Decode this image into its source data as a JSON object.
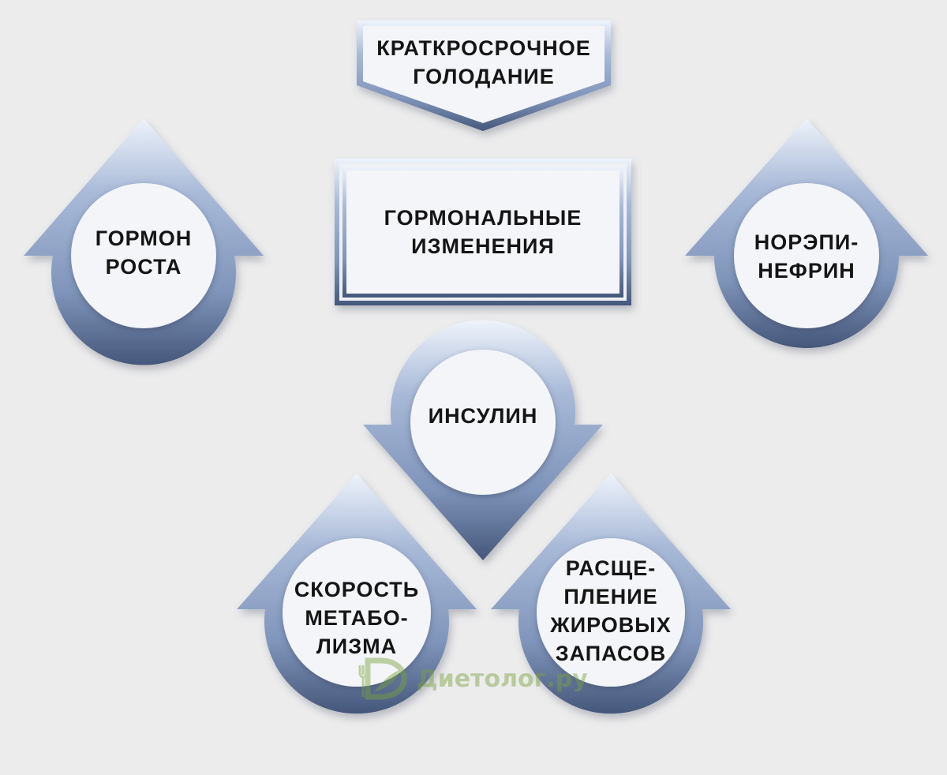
{
  "diagram": {
    "start": {
      "lines": [
        "КРАТКРОСРОЧНОЕ",
        "ГОЛОДАНИЕ"
      ]
    },
    "center": {
      "lines": [
        "ГОРМОНАЛЬНЫЕ",
        "ИЗМЕНЕНИЯ"
      ]
    },
    "growth_hormone": {
      "lines": [
        "ГОРМОН",
        "РОСТА"
      ],
      "direction": "up"
    },
    "norepinephrine": {
      "lines": [
        "НОРЭПИ-",
        "НЕФРИН"
      ],
      "direction": "up"
    },
    "insulin": {
      "lines": [
        "ИНСУЛИН"
      ],
      "direction": "down"
    },
    "metabolic_rate": {
      "lines": [
        "СКОРОСТЬ",
        "МЕТАБО-",
        "ЛИЗМА"
      ],
      "direction": "up"
    },
    "fat_breakdown": {
      "lines": [
        "РАСЩЕ-",
        "ПЛЕНИЕ",
        "ЖИРОВЫХ",
        "ЗАПАСОВ"
      ],
      "direction": "up"
    }
  },
  "watermark": {
    "text": "Диетолог.ру"
  },
  "colors": {
    "background": "#ececed",
    "shape_dark": "#4f6283",
    "shape_mid": "#8fa2c4",
    "shape_light": "#e6edf7",
    "text": "#151515",
    "watermark_green": "#7aa33c"
  }
}
